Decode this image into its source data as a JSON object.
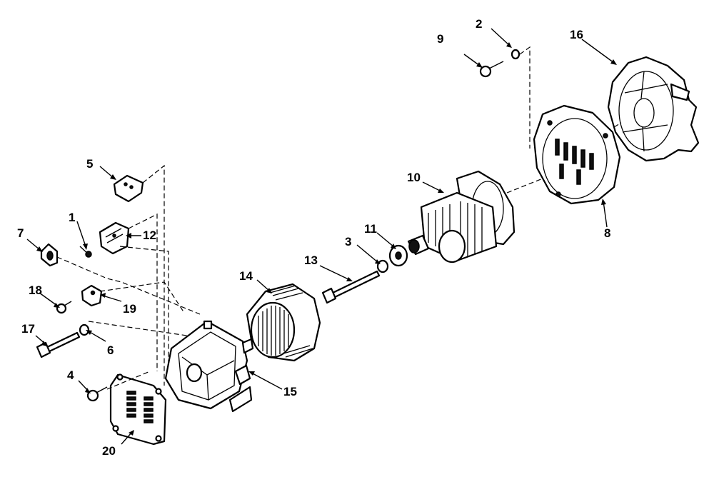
{
  "labels": {
    "l1": "1",
    "l2": "2",
    "l3": "3",
    "l4": "4",
    "l5": "5",
    "l6": "6",
    "l7": "7",
    "l8": "8",
    "l9": "9",
    "l10": "10",
    "l11": "11",
    "l12": "12",
    "l13": "13",
    "l14": "14",
    "l15": "15",
    "l16": "16",
    "l17": "17",
    "l18": "18",
    "l19": "19",
    "l20": "20"
  },
  "colors": {
    "ink": "#000000",
    "paper": "#ffffff"
  }
}
